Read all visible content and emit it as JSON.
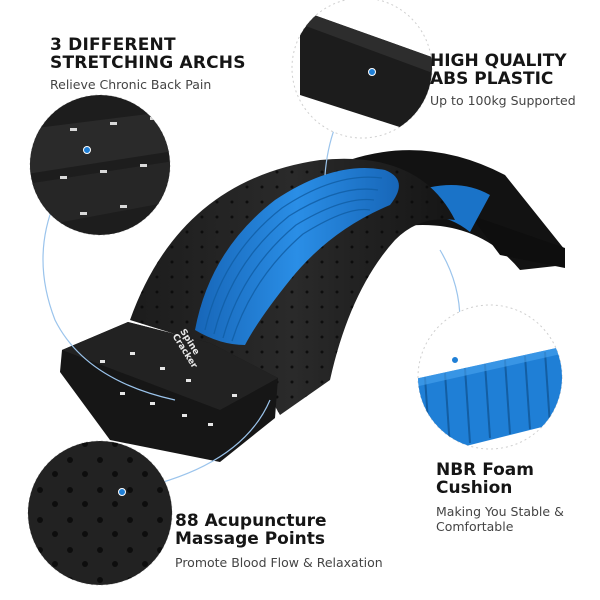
{
  "features": [
    {
      "title_line1": "3 DIFFERENT",
      "title_line2": "STRETCHING ARCHS",
      "subtitle": "Relieve Chronic Back Pain"
    },
    {
      "title_line1": "HIGH QUALITY",
      "title_line2": "ABS PLASTIC",
      "subtitle": "Up to 100kg Supported"
    },
    {
      "title_line1": "NBR Foam",
      "title_line2": "Cushion",
      "subtitle_line1": "Making You Stable &",
      "subtitle_line2": "Comfortable"
    },
    {
      "title_line1": "88 Acupuncture",
      "title_line2": "Massage Points",
      "subtitle": "Promote Blood Flow & Relaxation"
    }
  ],
  "product": {
    "brand_line1": "Spine",
    "brand_line2": "Cracker"
  },
  "colors": {
    "accent_blue": "#1f7fd6",
    "device_black": "#1b1b1b",
    "callout_line": "#9bc4ec"
  }
}
